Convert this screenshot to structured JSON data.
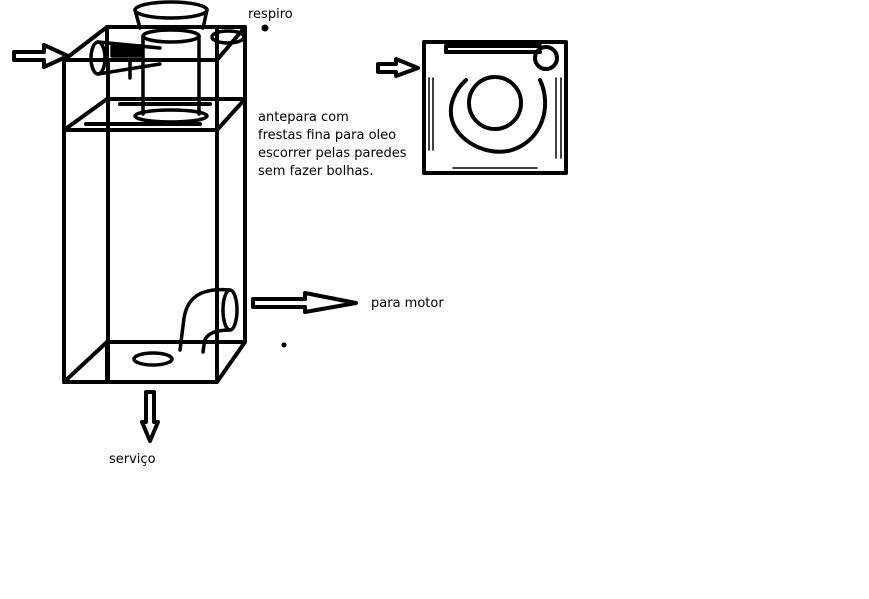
{
  "labels": {
    "respiro": "respiro",
    "antepara": [
      "antepara com",
      "frestas fina para oleo",
      "escorrer pelas paredes",
      "sem fazer bolhas."
    ],
    "para_motor": "para motor",
    "servico": "serviço"
  },
  "colors": {
    "stroke": "#000000",
    "background": "#ffffff"
  }
}
